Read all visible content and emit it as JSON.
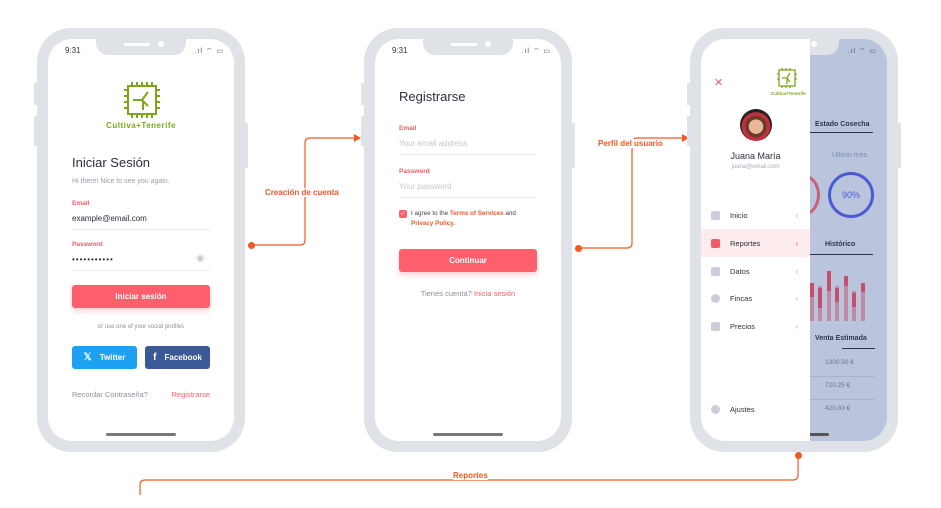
{
  "status": {
    "time": "9:31",
    "icons": "signal-wifi-battery"
  },
  "colors": {
    "accent": "#fd5f6c",
    "flow": "#f15a22",
    "twitter": "#1da1f2",
    "facebook": "#3b5998",
    "brand": "#7aa81a"
  },
  "brand": {
    "name": "Cultiva+Tenerife"
  },
  "login": {
    "title": "Iniciar Sesión",
    "subtitle": "Hi there! Nice to see you again.",
    "email_label": "Email",
    "email_value": "example@email.com",
    "password_label": "Password",
    "password_value": "•••••••••••",
    "submit": "Iniciar sesión",
    "social_text": "or use one of your social profiles",
    "twitter": "Twitter",
    "facebook": "Facebook",
    "forgot": "Recordar Contraseña?",
    "register": "Registrarse"
  },
  "register": {
    "title": "Registrarse",
    "email_label": "Email",
    "email_placeholder": "Your email address",
    "password_label": "Password",
    "password_placeholder": "Your password",
    "agree_pre": "I agree to the ",
    "terms": "Terms of Services",
    "agree_mid": " and",
    "privacy": "Privacy Policy.",
    "checked": true,
    "submit": "Continuar",
    "have_account": "Tienes cuenta?",
    "login_link": "Inicia sesión"
  },
  "profile": {
    "name": "Juana María",
    "email": "juana@email.com"
  },
  "menu": {
    "items": [
      {
        "label": "Inicio",
        "icon": "home-icon"
      },
      {
        "label": "Reportes",
        "icon": "chart-icon",
        "active": true
      },
      {
        "label": "Datos",
        "icon": "user-card-icon"
      },
      {
        "label": "Fincas",
        "icon": "heart-icon"
      },
      {
        "label": "Precios",
        "icon": "basket-icon"
      }
    ],
    "settings": "Ajustes"
  },
  "dashboard": {
    "estado": "Estado Cosecha",
    "ultimo": "Último mes",
    "percent": "90%",
    "percent_value": 90,
    "historico": "Histórico",
    "venta": "Venta Estimada",
    "ventas": [
      "1300.50 €",
      "720.25 €",
      "420.83 €"
    ]
  },
  "flow": {
    "a": "Creación de cuenta",
    "b": "Perfil del usuario",
    "c": "Reportes"
  }
}
